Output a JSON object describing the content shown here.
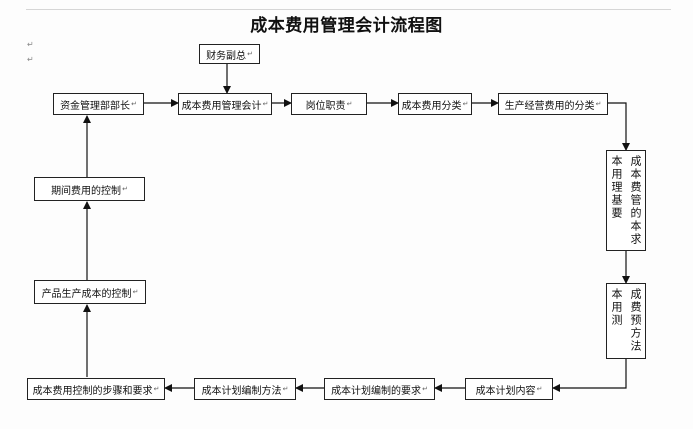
{
  "title": "成本费用管理会计流程图",
  "return_mark": "↵",
  "nodes": {
    "finance_deputy": "财务副总",
    "cost_accounting": "成本费用管理会计",
    "duties": "岗位职责",
    "cost_classification": "成本费用分类",
    "production_cost_classification": "生产经营费用的分类",
    "basic_requirements": {
      "col1": "成本费管的本求",
      "col2": "本用理基要"
    },
    "forecast_methods": {
      "col1": "成费预方法",
      "col2": "本用测"
    },
    "plan_contents": "成本计划内容",
    "plan_requirements": "成本计划编制的要求",
    "plan_methods": "成本计划编制方法",
    "control_steps": "成本费用控制的步骤和要求",
    "product_cost_control": "产品生产成本的控制",
    "period_expense_control": "期间费用的控制",
    "fund_manager": "资金管理部部长"
  }
}
